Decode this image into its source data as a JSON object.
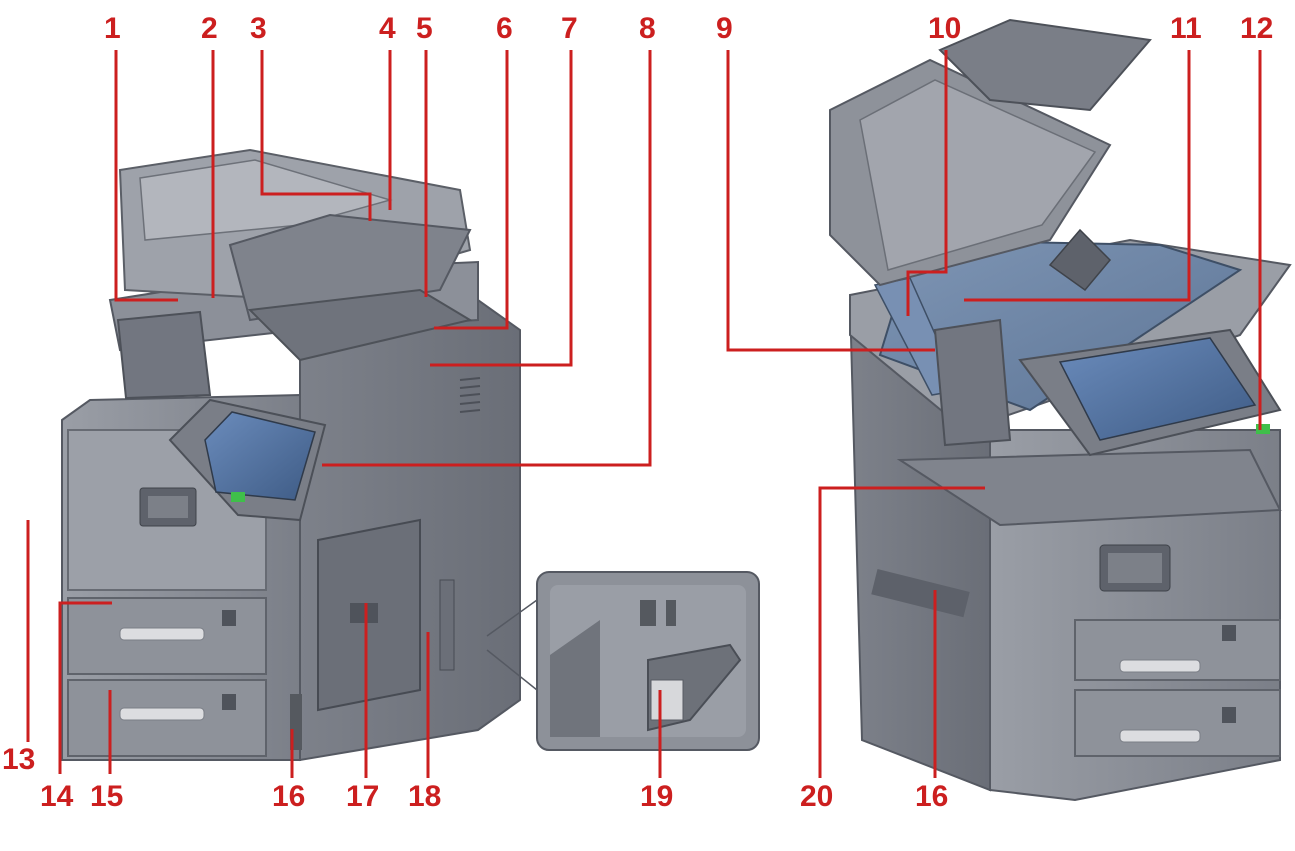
{
  "figure": {
    "callouts": [
      {
        "id": "c1",
        "label": "1"
      },
      {
        "id": "c2",
        "label": "2"
      },
      {
        "id": "c3",
        "label": "3"
      },
      {
        "id": "c4",
        "label": "4"
      },
      {
        "id": "c5",
        "label": "5"
      },
      {
        "id": "c6",
        "label": "6"
      },
      {
        "id": "c7",
        "label": "7"
      },
      {
        "id": "c8",
        "label": "8"
      },
      {
        "id": "c9",
        "label": "9"
      },
      {
        "id": "c10",
        "label": "10"
      },
      {
        "id": "c11",
        "label": "11"
      },
      {
        "id": "c12",
        "label": "12"
      },
      {
        "id": "c13",
        "label": "13"
      },
      {
        "id": "c14",
        "label": "14"
      },
      {
        "id": "c15",
        "label": "15"
      },
      {
        "id": "c16a",
        "label": "16"
      },
      {
        "id": "c17",
        "label": "17"
      },
      {
        "id": "c18",
        "label": "18"
      },
      {
        "id": "c19",
        "label": "19"
      },
      {
        "id": "c20",
        "label": "20"
      },
      {
        "id": "c16b",
        "label": "16"
      }
    ],
    "colors": {
      "callout": "#cc1f1f",
      "body": "#8a8e97",
      "body_dark": "#5e626b",
      "body_light": "#b1b4bb",
      "glass": "#6f86a6",
      "screen": "#4f6f9c",
      "power_led": "#3fbf4a"
    }
  }
}
